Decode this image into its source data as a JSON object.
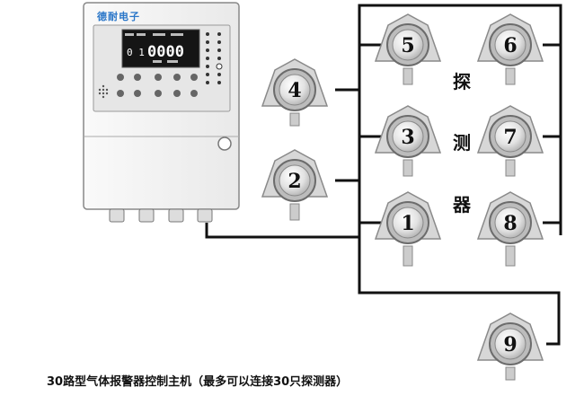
{
  "controller": {
    "brand": "德耐电子",
    "display_reading_small": "0 1",
    "display_reading_large": "0000"
  },
  "detectors": [
    {
      "number": "1"
    },
    {
      "number": "2"
    },
    {
      "number": "3"
    },
    {
      "number": "4"
    },
    {
      "number": "5"
    },
    {
      "number": "6"
    },
    {
      "number": "7"
    },
    {
      "number": "8"
    },
    {
      "number": "9"
    }
  ],
  "side_label": [
    "探",
    "测",
    "器"
  ],
  "caption": "30路型气体报警器控制主机（最多可以连接30只探测器）",
  "colors": {
    "line": "#111111",
    "panel": "#f4f4f4",
    "screen": "#111111",
    "brand": "#2a76c8",
    "detector_body": "#d7d7d7",
    "detector_dark": "#8a8a8a"
  }
}
